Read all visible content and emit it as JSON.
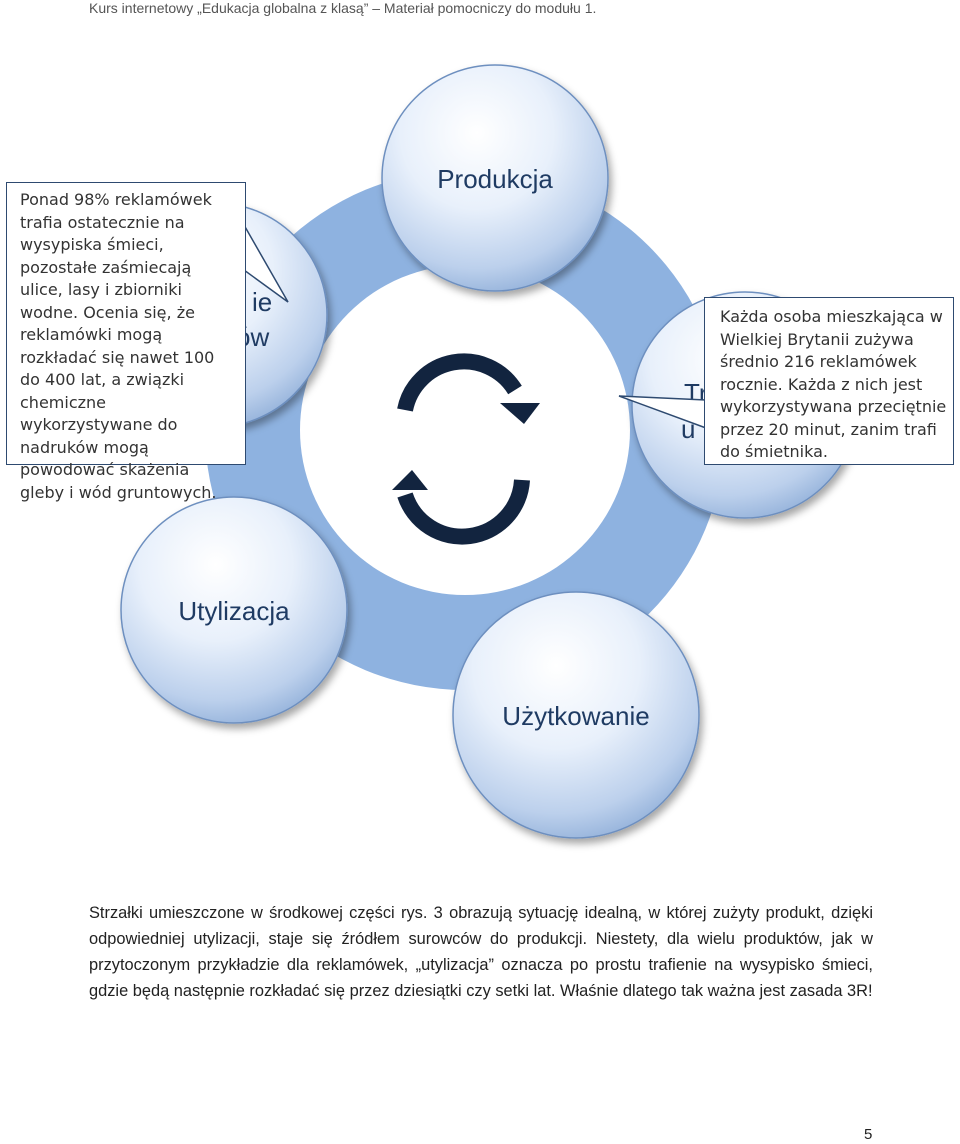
{
  "header": "Kurs internetowy „Edukacja globalna z klasą” – Materiał pomocniczy do modułu 1.",
  "diagram": {
    "circles": {
      "produkcja": "Produkcja",
      "transport_hidden_1": "Tr",
      "transport_hidden_2": "u",
      "left_hidden_1": "ie",
      "left_hidden_2": "ów",
      "uzytkowanie": "Użytkowanie",
      "utylizacja": "Utylizacja"
    }
  },
  "callouts": {
    "left": "Ponad 98% reklamówek trafia ostatecznie na wysypiska śmieci, pozostałe zaśmiecają ulice, lasy i zbiorniki wodne. Ocenia się, że reklamówki mogą rozkładać się nawet 100 do 400 lat, a związki chemiczne wykorzystywane do nadruków mogą powodować skażenia gleby i wód gruntowych.",
    "right": "Każda osoba mieszkająca w Wielkiej Brytanii zużywa średnio 216 reklamówek rocznie. Każda z nich jest wykorzystywana przeciętnie przez 20 minut, zanim trafi do śmietnika."
  },
  "body_text": "Strzałki umieszczone w środkowej części rys. 3 obrazują sytuację idealną, w której zużyty produkt, dzięki odpowiedniej utylizacji, staje się źródłem surowców do produkcji. Niestety, dla wielu produktów, jak w przytoczonym przykładzie dla reklamówek, „utylizacja” oznacza po prostu trafienie na wysypisko śmieci, gdzie będą następnie rozkładać się przez dziesiątki czy setki lat. Właśnie dlatego tak ważna jest zasada 3R!",
  "page_number": "5",
  "colors": {
    "ring": "#8eb2e0",
    "arrows": "#12243f",
    "circle_text": "#1f3b63",
    "callout_border": "#2e4a70"
  }
}
